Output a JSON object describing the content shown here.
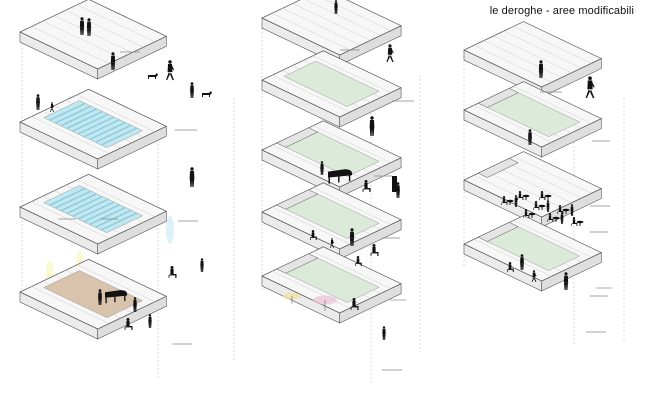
{
  "header": {
    "title": "le deroghe - aree modificabili"
  },
  "colors": {
    "outline": "#555555",
    "deck_top": "#f7f7f7",
    "deck_side": "#ebebeb",
    "glass": "#bfe8f2",
    "grass": "#dcebd9",
    "wood": "#d9c3ad",
    "glow": "#f6f2a8",
    "figure": "#111111"
  },
  "diagram": {
    "columns": [
      {
        "id": "left",
        "levels": [
          "walkway",
          "glass-roof",
          "glass-roof",
          "stage-performance"
        ]
      },
      {
        "id": "middle",
        "levels": [
          "walkway",
          "ramp-grass",
          "grass-piano",
          "grass-play",
          "grass-umbrella"
        ]
      },
      {
        "id": "right",
        "levels": [
          "walkway",
          "grass-lawn",
          "cafe-tables",
          "grass-lawn"
        ]
      }
    ],
    "icons": [
      "person-silhouette-icon",
      "piano-icon",
      "dog-icon",
      "umbrella-icon",
      "table-icon"
    ]
  }
}
